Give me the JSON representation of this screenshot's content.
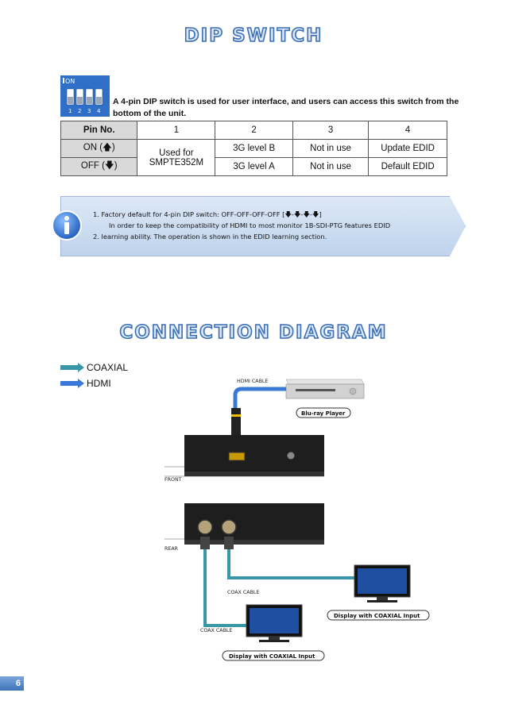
{
  "dip_section": {
    "title": "DIP SWITCH",
    "dip_on_label": "ON",
    "dip_numbers": [
      "1",
      "2",
      "3",
      "4"
    ],
    "description": "A 4-pin DIP switch is used for user interface, and users can access this switch from the bottom of the unit.",
    "table": {
      "headers": [
        "Pin No.",
        "1",
        "2",
        "3",
        "4"
      ],
      "on_label": "ON (🡅)",
      "off_label": "OFF (🡇)",
      "pin1_merged": "Used for SMPTE352M",
      "on_row": [
        "3G level B",
        "Not in use",
        "Update EDID"
      ],
      "off_row": [
        "3G level A",
        "Not in use",
        "Default EDID"
      ]
    }
  },
  "note": {
    "items": [
      "1.  Factory default for 4-pin DIP switch: OFF-OFF-OFF-OFF [🡇-🡇-🡇-🡇]",
      "In order to keep the compatibility of HDMI to most monitor 1B-SDI-PTG features EDID",
      "2.  learning   ability. The operation is shown in the EDID learning section."
    ]
  },
  "connection_section": {
    "title": "CONNECTION DIAGRAM",
    "legend": [
      {
        "label": "COAXIAL",
        "color": "#3a97a8"
      },
      {
        "label": "HDMI",
        "color": "#3a78d8"
      }
    ],
    "labels": {
      "hdmi_cable": "HDMI CABLE",
      "bluray": "Blu-ray Player",
      "front": "FRONT",
      "rear": "REAR",
      "coax_cable_1": "COAX CABLE",
      "coax_cable_2": "COAX CABLE",
      "display_1": "Display with COAXIAL Input",
      "display_2": "Display with COAXIAL Input"
    }
  },
  "page_number": "6"
}
